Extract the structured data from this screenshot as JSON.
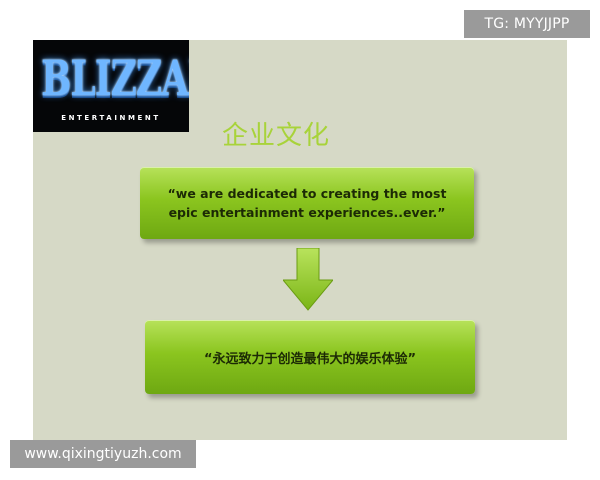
{
  "watermark_top": "TG: MYYJJPP",
  "watermark_bottom": "www.qixingtiyuzh.com",
  "logo": {
    "name": "BLIZZARD",
    "subtitle": "ENTERTAINMENT"
  },
  "heading": "企业文化",
  "mission_en": "“we are dedicated to creating the most epic entertainment experiences..ever.”",
  "mission_zh": "“永远致力于创造最伟大的娱乐体验”",
  "colors": {
    "slide_background": "#d6d9c6",
    "accent_green": "#8bc51f",
    "heading_green": "#a8d33a",
    "logo_blue": "#6fb6ff"
  },
  "icons": [
    "down-arrow-icon"
  ]
}
